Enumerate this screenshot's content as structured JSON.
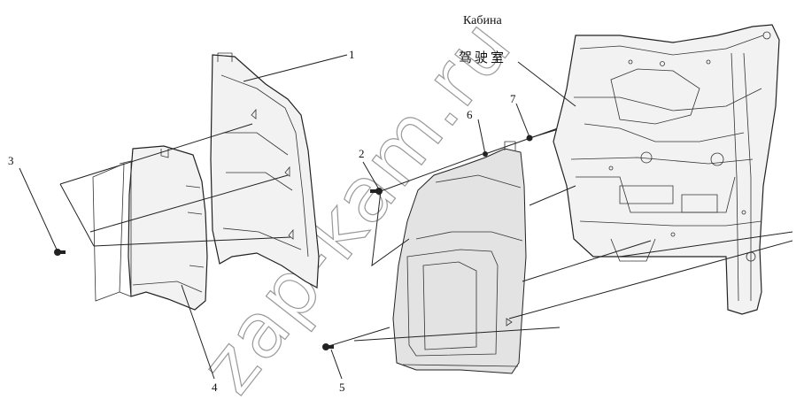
{
  "header": {
    "title_ru": "Кабина",
    "title_cn": "驾驶室"
  },
  "watermark": "zap-kam.ru",
  "callouts": [
    "1",
    "2",
    "3",
    "4",
    "5",
    "6",
    "7"
  ]
}
